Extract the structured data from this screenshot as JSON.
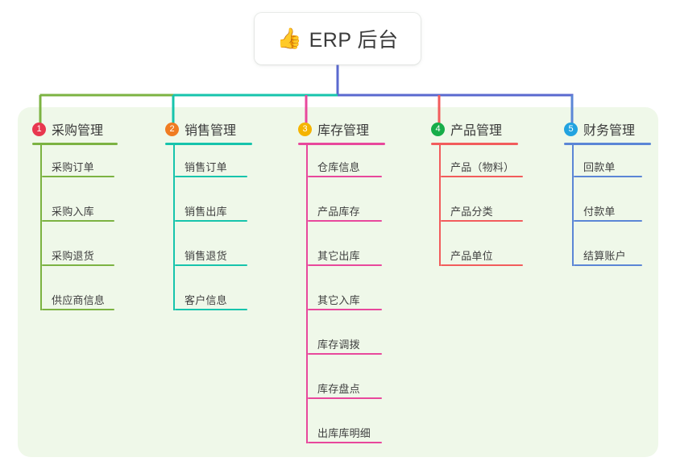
{
  "diagram": {
    "type": "org-tree",
    "root": {
      "emoji": "👍",
      "emoji_name": "thumbs-up-icon",
      "title": "ERP 后台"
    },
    "panel_color": "#eff8e9",
    "stem_color": "#5a69cf",
    "columns": [
      {
        "index": "1",
        "title": "采购管理",
        "badge_color": "#e8384f",
        "accent": "#7cb342",
        "items": [
          "采购订单",
          "采购入库",
          "采购退货",
          "供应商信息"
        ]
      },
      {
        "index": "2",
        "title": "销售管理",
        "badge_color": "#f07c22",
        "accent": "#17c4ac",
        "items": [
          "销售订单",
          "销售出库",
          "销售退货",
          "客户信息"
        ]
      },
      {
        "index": "3",
        "title": "库存管理",
        "badge_color": "#f5b400",
        "accent": "#e8489c",
        "items": [
          "仓库信息",
          "产品库存",
          "其它出库",
          "其它入库",
          "库存调拨",
          "库存盘点",
          "出库库明细"
        ]
      },
      {
        "index": "4",
        "title": "产品管理",
        "badge_color": "#17ad49",
        "accent": "#f25c5c",
        "items": [
          "产品（物料）",
          "产品分类",
          "产品单位"
        ]
      },
      {
        "index": "5",
        "title": "财务管理",
        "badge_color": "#22a3e0",
        "accent": "#5b86d6",
        "items": [
          "回款单",
          "付款单",
          "结算账户"
        ]
      }
    ]
  }
}
